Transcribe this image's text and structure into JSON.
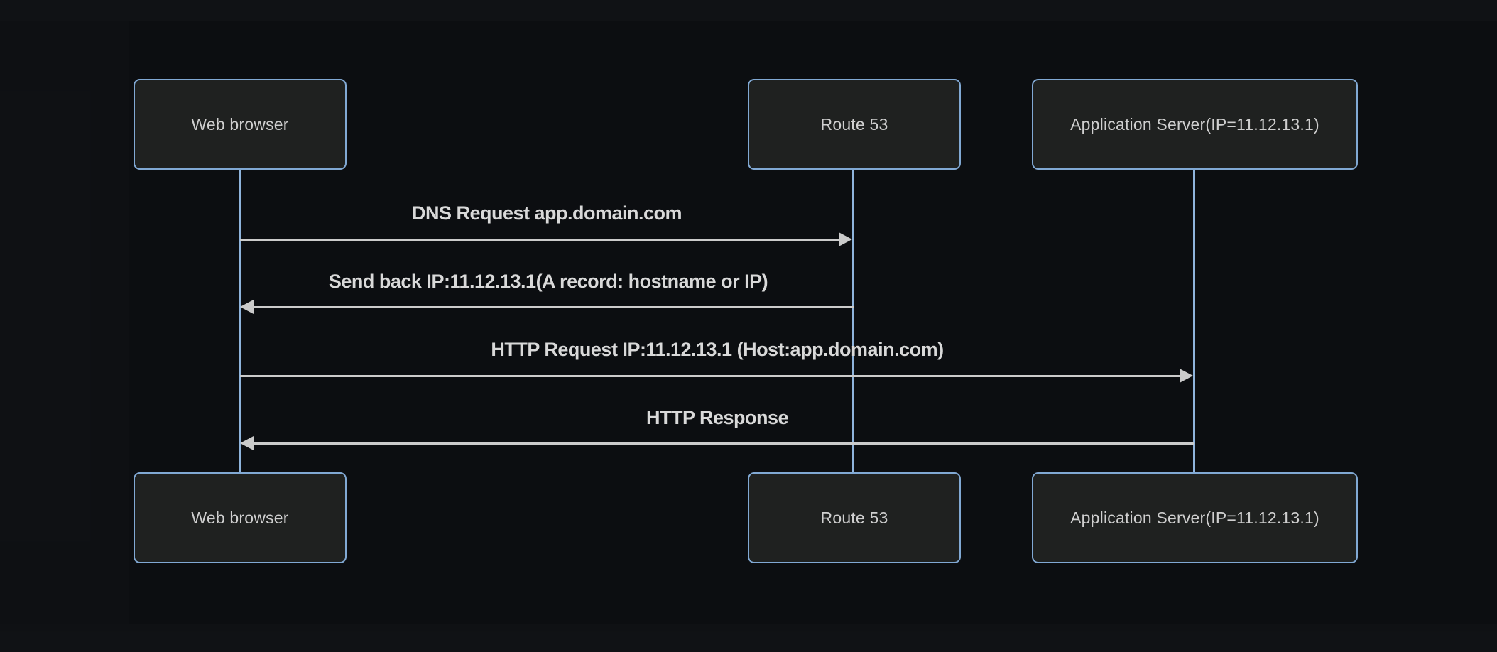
{
  "diagram": {
    "type": "sequence",
    "actors": [
      {
        "id": "browser",
        "label": "Web browser"
      },
      {
        "id": "route53",
        "label": "Route 53"
      },
      {
        "id": "appserver",
        "label": "Application Server(IP=11.12.13.1)"
      }
    ],
    "messages": [
      {
        "from": "browser",
        "to": "route53",
        "direction": "right",
        "label": "DNS Request app.domain.com"
      },
      {
        "from": "route53",
        "to": "browser",
        "direction": "left",
        "label": "Send back IP:11.12.13.1(A record: hostname or IP)"
      },
      {
        "from": "browser",
        "to": "appserver",
        "direction": "right",
        "label": "HTTP Request IP:11.12.13.1 (Host:app.domain.com)"
      },
      {
        "from": "appserver",
        "to": "browser",
        "direction": "left",
        "label": "HTTP Response"
      }
    ],
    "colors": {
      "background": "#0c0e11",
      "actor_fill": "#1f2120",
      "actor_border": "#81a9d4",
      "actor_text": "#cfcfcf",
      "lifeline": "#8fb4dc",
      "message_line": "#cbcbcb",
      "message_text": "#d9d9d9"
    }
  }
}
